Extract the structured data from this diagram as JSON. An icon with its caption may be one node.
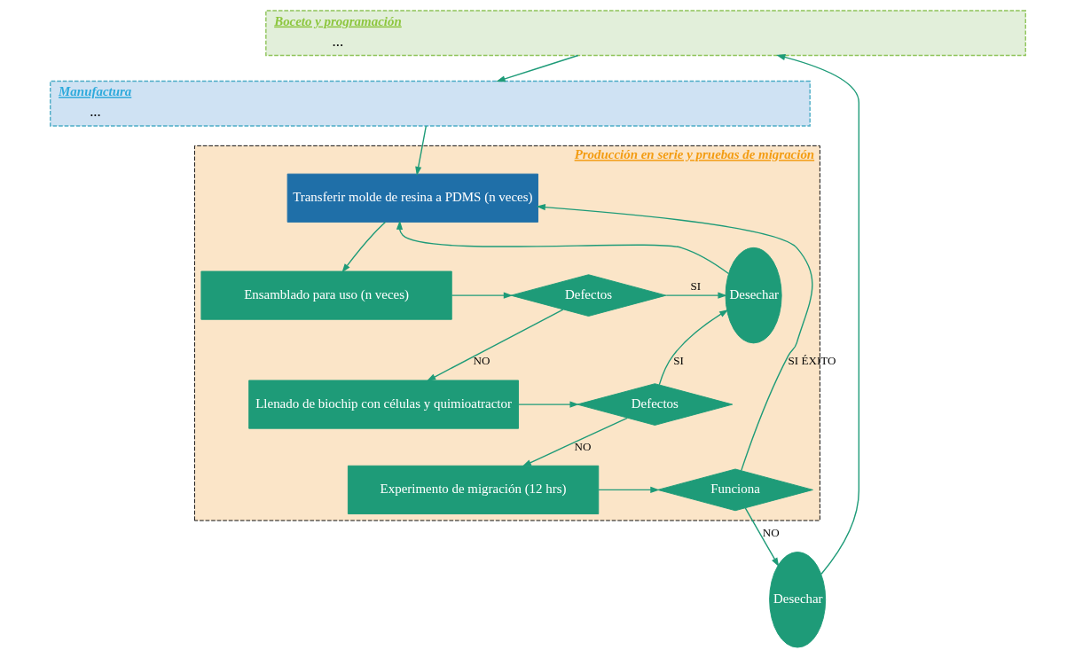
{
  "diagram": {
    "nodes": [
      {
        "text": [
          "Boceto y programación",
          "..."
        ]
      },
      {
        "text": [
          "Manufactura",
          "..."
        ]
      },
      {
        "text": [
          "Producción en serie y pruebas de migración"
        ]
      },
      {
        "text": [
          "Transferir molde de resina a PDMS (n veces)"
        ],
        "in": 2
      },
      {
        "text": [
          "Ensamblado para uso (n veces)"
        ],
        "in": 2
      },
      {
        "text": [
          "Defectos"
        ],
        "in": 2
      },
      {
        "text": [
          "Desechar"
        ],
        "in": 2
      },
      {
        "text": [
          "Llenado de biochip con células y quimioatractor"
        ],
        "in": 2
      },
      {
        "text": [
          "Defectos"
        ],
        "in": 2
      },
      {
        "text": [
          "Experimento de migración (12 hrs)"
        ],
        "in": 2
      },
      {
        "text": [
          "Funciona"
        ],
        "in": 2
      },
      {
        "text": [
          "Desechar"
        ]
      }
    ],
    "edges": [
      {
        "from": 11,
        "to": 0,
        "arrow": "to"
      },
      {
        "from": 0,
        "to": 1,
        "arrow": "to"
      },
      {
        "from": 1,
        "to": 3,
        "arrow": "to"
      },
      {
        "from": 3,
        "to": 4,
        "arrow": "to"
      },
      {
        "from": 4,
        "to": 5,
        "arrow": "to"
      },
      {
        "from": 5,
        "to": 6,
        "arrow": "to",
        "label": "SI"
      },
      {
        "from": 5,
        "to": 7,
        "arrow": "to",
        "label": "NO"
      },
      {
        "from": 7,
        "to": 8,
        "arrow": "to"
      },
      {
        "from": 8,
        "to": 6,
        "arrow": "to",
        "label": "SI"
      },
      {
        "from": 8,
        "to": 9,
        "arrow": "to",
        "label": "NO"
      },
      {
        "from": 9,
        "to": 10,
        "arrow": "to"
      },
      {
        "from": 10,
        "to": 3,
        "arrow": "to",
        "label": "SI ÉXITO"
      },
      {
        "from": 10,
        "to": 11,
        "arrow": "to",
        "label": "NO"
      },
      {
        "from": 6,
        "to": 3,
        "arrow": "to"
      }
    ]
  }
}
